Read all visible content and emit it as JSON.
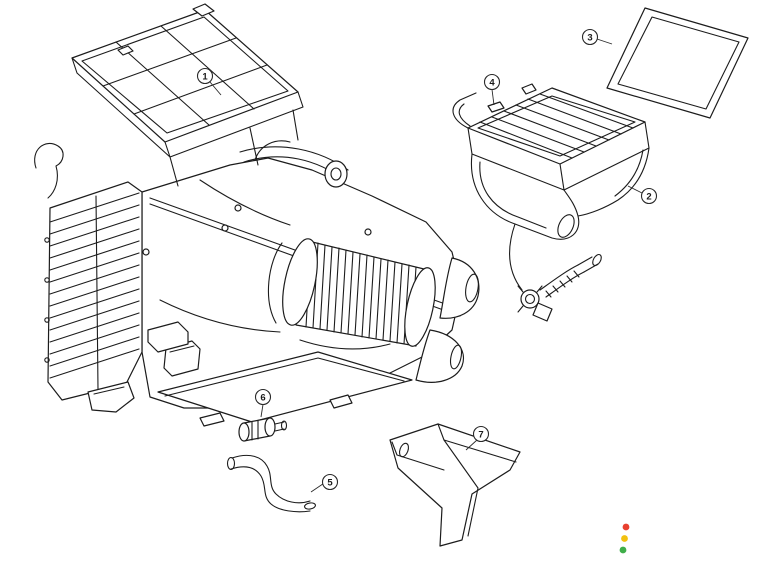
{
  "diagram": {
    "background_color": "#ffffff",
    "line_color": "#1c1c1c",
    "callouts": [
      {
        "label": "1"
      },
      {
        "label": "2"
      },
      {
        "label": "3"
      },
      {
        "label": "4"
      },
      {
        "label": "5"
      },
      {
        "label": "6"
      },
      {
        "label": "7"
      }
    ],
    "status_indicator": {
      "dots": [
        {
          "name": "red",
          "color": "#e8402f"
        },
        {
          "name": "yellow",
          "color": "#f2c10f"
        },
        {
          "name": "green",
          "color": "#3fae49"
        }
      ]
    }
  }
}
